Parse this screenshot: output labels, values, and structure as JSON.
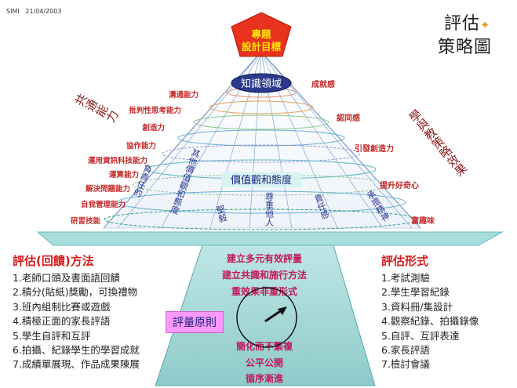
{
  "header": {
    "author": "SIMI",
    "date": "21/04/2003"
  },
  "title": {
    "line1": "評估",
    "line2": "策略圖",
    "sparkle": "✦"
  },
  "apex": {
    "line1": "專題",
    "line2": "設計目標"
  },
  "cone": {
    "top_label": "知識領域",
    "middle_label": "價值觀和態度",
    "left_group": "共通能力",
    "right_group": "學與教策略效果",
    "left_items": [
      "溝通能力",
      "批判性思考能力",
      "創造力",
      "協作能力",
      "運用資訊科技能力",
      "運算能力",
      "解決問題能力",
      "自我管理能力",
      "研習技能"
    ],
    "right_items": [
      "成就感",
      "認同感",
      "引發創造力",
      "提升好奇心",
      "富趣味"
    ],
    "vertical_texts": [
      "其他價值觀和態度",
      "負責任的",
      "堅毅",
      "尊重他人",
      "責任感",
      "承擔精神"
    ]
  },
  "base": {
    "lines": [
      "建立多元有效評量",
      "建立共識和施行方法",
      "重效果非重形式",
      "簡化而不繁複",
      "公平公開",
      "循序漸進"
    ],
    "label": "評量原則"
  },
  "left_list": {
    "heading": "評估(回饋)方法",
    "items": [
      "1.老師口頭及書面語回饋",
      "2.積分(貼紙)獎勵，可換禮物",
      "3.班內組制比賽或遊戲",
      "4.積極正面的家長評語",
      "5.學生自評和互評",
      "6.拍攝、紀錄學生的學習成就",
      "7.成績單展現、作品成果陳展"
    ]
  },
  "right_list": {
    "heading": "評估形式",
    "items": [
      "1.考試測驗",
      "2.學生學習紀錄",
      "3.資料冊/集設計",
      "4.觀察紀錄、拍攝錄像",
      "5.自評、互評表達",
      "6.家長評語",
      "7.檢討會議"
    ]
  },
  "colors": {
    "red": "#d81b1b",
    "navy": "#1a237e",
    "teal_plate": "#9fd6d6",
    "pink_pill": "#ff99ff",
    "apex": "#e8321e",
    "apex_text": "#ffe600"
  }
}
